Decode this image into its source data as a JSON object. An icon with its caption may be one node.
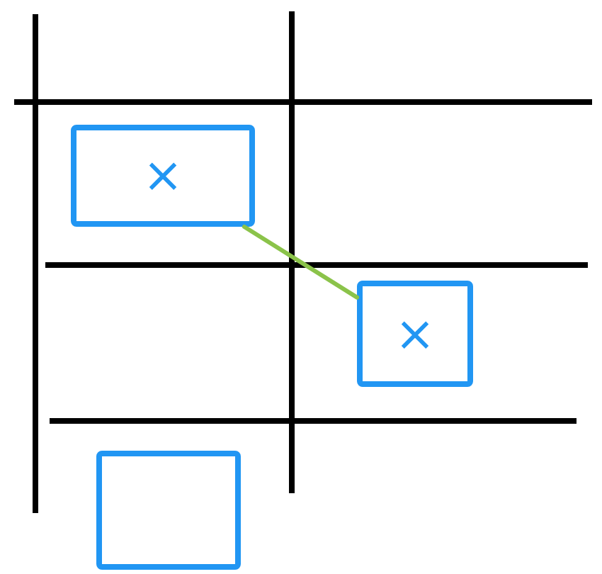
{
  "diagram": {
    "nodes": [
      {
        "text": [
          "×"
        ]
      },
      {
        "text": [
          "×"
        ]
      },
      {
        "text": [],
        "shape": "box"
      }
    ],
    "edges": [
      {
        "from": 0,
        "to": 1,
        "arrow": "none",
        "color": "#8bc34a"
      }
    ]
  }
}
